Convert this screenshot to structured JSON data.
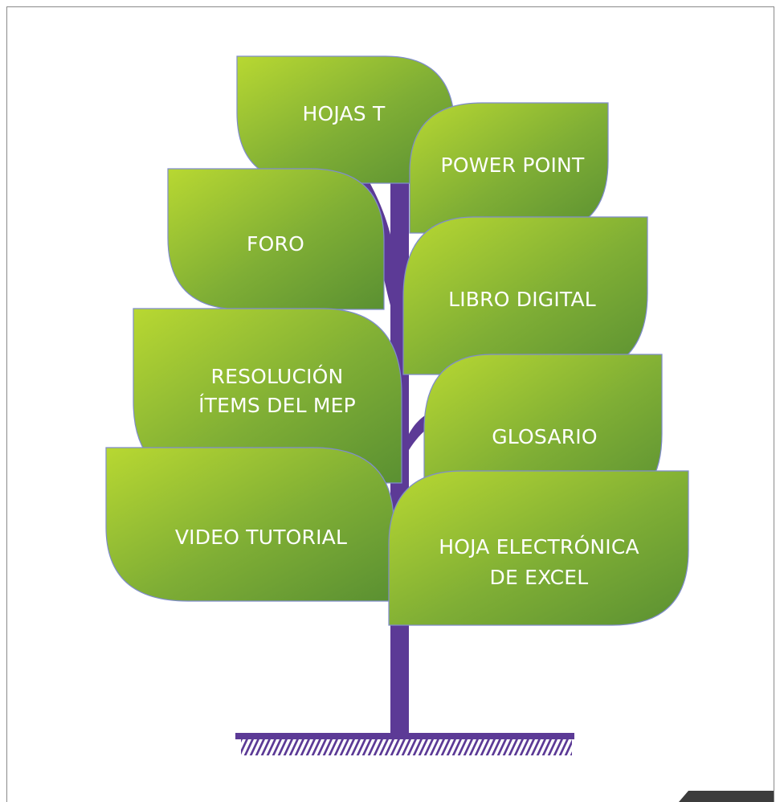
{
  "colors": {
    "trunk": "#5c3a96",
    "leaf_light": "#b3d334",
    "leaf_dark": "#5f9433",
    "leaf_border": "#7f8ccc",
    "text": "#ffffff"
  },
  "leaves": {
    "hojas_t": "HOJAS T",
    "power_point": "POWER POINT",
    "foro": "FORO",
    "libro_digital": "LIBRO DIGITAL",
    "resolucion_line1": "RESOLUCIÓN",
    "resolucion_line2": "ÍTEMS DEL MEP",
    "glosario": "GLOSARIO",
    "video_tutorial": "VIDEO TUTORIAL",
    "hoja_excel_line1": "HOJA ELECTRÓNICA",
    "hoja_excel_line2": "DE EXCEL"
  }
}
